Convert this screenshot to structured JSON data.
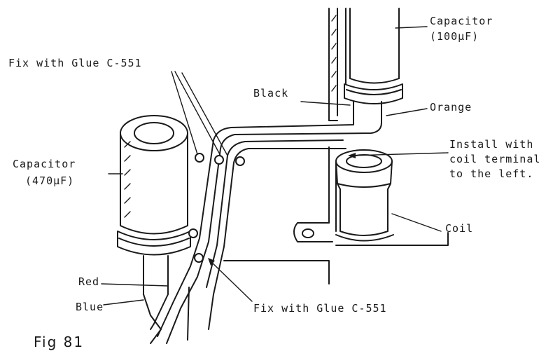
{
  "labels": {
    "fix_glue_top": "Fix with Glue C-551",
    "fix_glue_bottom": "Fix with Glue C-551",
    "capacitor_100_name": "Capacitor",
    "capacitor_100_value": "(100μF)",
    "capacitor_470_name": "Capacitor",
    "capacitor_470_value": "(470μF)",
    "black": "Black",
    "orange": "Orange",
    "install_line1": "Install with",
    "install_line2": "coil terminal",
    "install_line3": "to the left.",
    "coil": "Coil",
    "red": "Red",
    "blue": "Blue",
    "figure": "Fig 81"
  }
}
